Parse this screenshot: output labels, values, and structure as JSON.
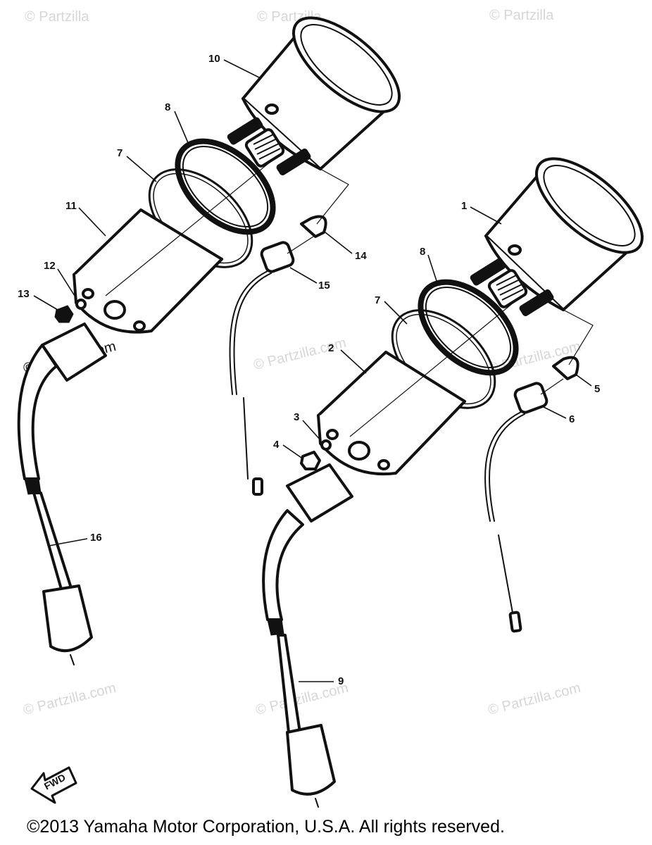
{
  "watermark": "© Partzilla.com",
  "watermark_partial": "© Partzilla",
  "fwd_label": "FWD",
  "copyright": "©2013  Yamaha Motor Corporation, U.S.A. All rights reserved.",
  "callouts": {
    "c1": "1",
    "c2": "2",
    "c3": "3",
    "c4": "4",
    "c5": "5",
    "c6": "6",
    "c7a": "7",
    "c7b": "7",
    "c8a": "8",
    "c8b": "8",
    "c9": "9",
    "c10": "10",
    "c11": "11",
    "c12": "12",
    "c13": "13",
    "c14": "14",
    "c15": "15",
    "c16": "16"
  }
}
